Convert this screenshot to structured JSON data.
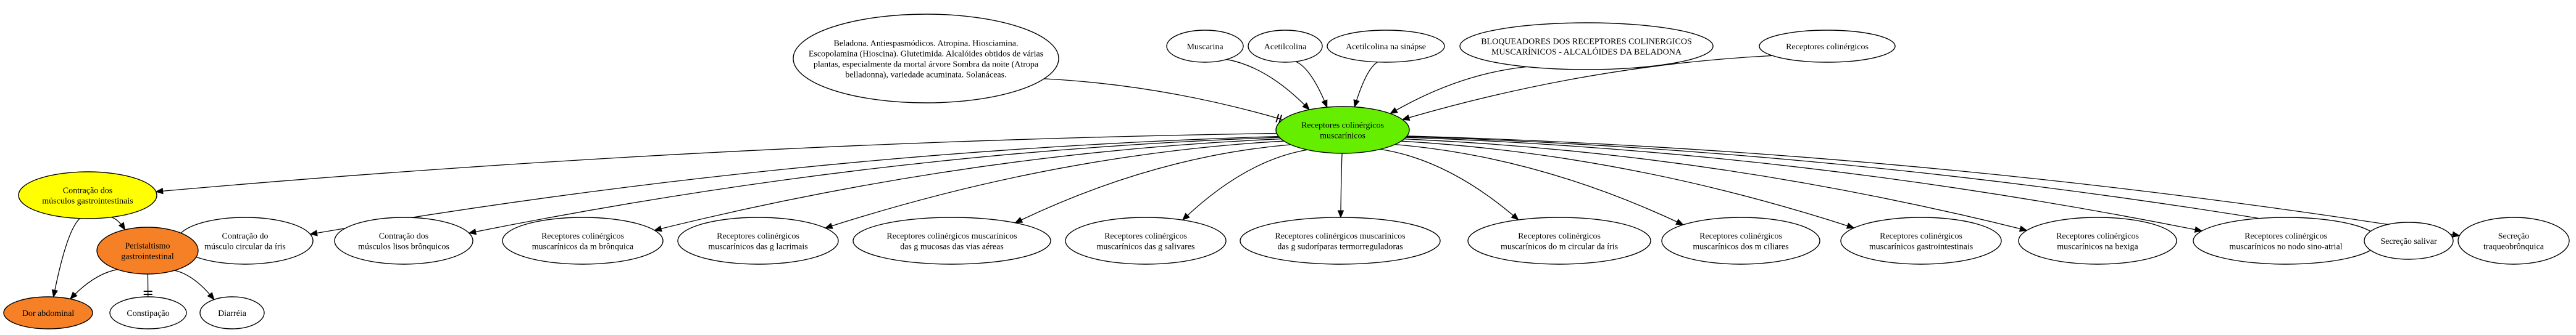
{
  "colors": {
    "background": "#ffffff",
    "default_fill": "#ffffff",
    "green": "#66ee00",
    "yellow": "#ffff00",
    "orange": "#f58025",
    "stroke": "#000000"
  },
  "nodes": [
    {
      "id": "beladona",
      "fill": "default_fill",
      "lines": [
        "Beladona. Antiespasmódicos. Atropina. Hiosciamina.",
        "Escopolamina (Hioscina). Glutetimida. Alcalóides obtidos de várias",
        "plantas, especialmente da mortal árvore Sombra da noite (Atropa",
        "belladonna), variedade acuminata. Solanáceas."
      ]
    },
    {
      "id": "muscarina",
      "fill": "default_fill",
      "lines": [
        "Muscarina"
      ]
    },
    {
      "id": "acetilcolina",
      "fill": "default_fill",
      "lines": [
        "Acetilcolina"
      ]
    },
    {
      "id": "acetilcolina-sinapse",
      "fill": "default_fill",
      "lines": [
        "Acetilcolina na sinápse"
      ]
    },
    {
      "id": "bloqueadores",
      "fill": "default_fill",
      "lines": [
        "BLOQUEADORES DOS RECEPTORES COLINERGICOS",
        "MUSCARÍNICOS - ALCALÓIDES DA BELADONA"
      ]
    },
    {
      "id": "receptores-colinergicos",
      "fill": "default_fill",
      "lines": [
        "Receptores colinérgicos"
      ]
    },
    {
      "id": "central",
      "fill": "green",
      "lines": [
        "Receptores colinérgicos",
        "muscarínicos"
      ]
    },
    {
      "id": "contracao-gi",
      "fill": "yellow",
      "lines": [
        "Contração dos",
        "músculos gastrointestinais"
      ]
    },
    {
      "id": "contracao-iris",
      "fill": "default_fill",
      "lines": [
        "Contração do",
        "músculo circular da íris"
      ]
    },
    {
      "id": "contracao-bronquicos",
      "fill": "default_fill",
      "lines": [
        "Contração dos",
        "músculos lisos brônquicos"
      ]
    },
    {
      "id": "rc-bronquica",
      "fill": "default_fill",
      "lines": [
        "Receptores colinérgicos",
        "muscarínicos da m brônquica"
      ]
    },
    {
      "id": "rc-lacrimais",
      "fill": "default_fill",
      "lines": [
        "Receptores colinérgicos",
        "muscarínicos das g lacrimais"
      ]
    },
    {
      "id": "rc-vias-aereas",
      "fill": "default_fill",
      "lines": [
        "Receptores colinérgicos muscarínicos",
        "das g mucosas das vias aéreas"
      ]
    },
    {
      "id": "rc-salivares",
      "fill": "default_fill",
      "lines": [
        "Receptores colinérgicos",
        "muscarínicos das g salivares"
      ]
    },
    {
      "id": "rc-sudoriparas",
      "fill": "default_fill",
      "lines": [
        "Receptores colinérgicos muscarínicos",
        "das g sudoríparas termorreguladoras"
      ]
    },
    {
      "id": "rc-circular-iris",
      "fill": "default_fill",
      "lines": [
        "Receptores colinérgicos",
        "muscarínicos do m circular da íris"
      ]
    },
    {
      "id": "rc-ciliares",
      "fill": "default_fill",
      "lines": [
        "Receptores colinérgicos",
        "muscarínicos dos m ciliares"
      ]
    },
    {
      "id": "rc-gastro",
      "fill": "default_fill",
      "lines": [
        "Receptores colinérgicos",
        "muscarínicos gastrointestinais"
      ]
    },
    {
      "id": "rc-bexiga",
      "fill": "default_fill",
      "lines": [
        "Receptores colinérgicos",
        "muscarínicos na bexiga"
      ]
    },
    {
      "id": "rc-nodo",
      "fill": "default_fill",
      "lines": [
        "Receptores colinérgicos",
        "muscarínicos no nodo sino-atrial"
      ]
    },
    {
      "id": "secrecao-salivar",
      "fill": "default_fill",
      "lines": [
        "Secreção salivar"
      ]
    },
    {
      "id": "secrecao-traqueo",
      "fill": "default_fill",
      "lines": [
        "Secreção",
        "traqueobrônquica"
      ]
    },
    {
      "id": "peristaltismo",
      "fill": "orange",
      "lines": [
        "Peristaltismo",
        "gastrointestinal"
      ]
    },
    {
      "id": "dor-abdominal",
      "fill": "orange",
      "lines": [
        "Dor abdominal"
      ]
    },
    {
      "id": "constipacao",
      "fill": "default_fill",
      "lines": [
        "Constipação"
      ]
    },
    {
      "id": "diarreia",
      "fill": "default_fill",
      "lines": [
        "Diarréia"
      ]
    }
  ],
  "edges": [
    {
      "from": "beladona",
      "to": "central",
      "head": "tee"
    },
    {
      "from": "muscarina",
      "to": "central",
      "head": "arrow"
    },
    {
      "from": "acetilcolina",
      "to": "central",
      "head": "arrow"
    },
    {
      "from": "acetilcolina-sinapse",
      "to": "central",
      "head": "arrow"
    },
    {
      "from": "bloqueadores",
      "to": "central",
      "head": "arrow"
    },
    {
      "from": "receptores-colinergicos",
      "to": "central",
      "head": "arrow"
    },
    {
      "from": "central",
      "to": "contracao-gi",
      "head": "arrow"
    },
    {
      "from": "central",
      "to": "contracao-iris",
      "head": "arrow"
    },
    {
      "from": "central",
      "to": "contracao-bronquicos",
      "head": "arrow"
    },
    {
      "from": "central",
      "to": "rc-bronquica",
      "head": "arrow"
    },
    {
      "from": "central",
      "to": "rc-lacrimais",
      "head": "arrow"
    },
    {
      "from": "central",
      "to": "rc-vias-aereas",
      "head": "arrow"
    },
    {
      "from": "central",
      "to": "rc-salivares",
      "head": "arrow"
    },
    {
      "from": "central",
      "to": "rc-sudoriparas",
      "head": "arrow"
    },
    {
      "from": "central",
      "to": "rc-circular-iris",
      "head": "arrow"
    },
    {
      "from": "central",
      "to": "rc-ciliares",
      "head": "arrow"
    },
    {
      "from": "central",
      "to": "rc-gastro",
      "head": "arrow"
    },
    {
      "from": "central",
      "to": "rc-bexiga",
      "head": "arrow"
    },
    {
      "from": "central",
      "to": "rc-nodo",
      "head": "arrow"
    },
    {
      "from": "central",
      "to": "secrecao-salivar",
      "head": "arrow"
    },
    {
      "from": "central",
      "to": "secrecao-traqueo",
      "head": "arrow"
    },
    {
      "from": "contracao-gi",
      "to": "peristaltismo",
      "head": "arrow"
    },
    {
      "from": "contracao-gi",
      "to": "dor-abdominal",
      "head": "arrow"
    },
    {
      "from": "peristaltismo",
      "to": "dor-abdominal",
      "head": "arrow"
    },
    {
      "from": "peristaltismo",
      "to": "constipacao",
      "head": "tee"
    },
    {
      "from": "peristaltismo",
      "to": "diarreia",
      "head": "arrow"
    }
  ]
}
